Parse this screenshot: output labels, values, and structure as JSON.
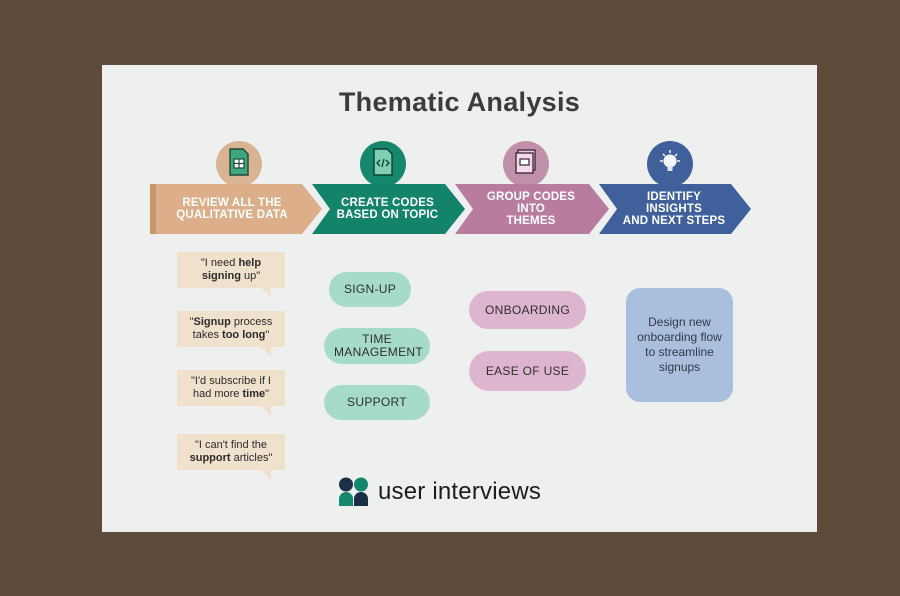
{
  "title": "Thematic Analysis",
  "steps": [
    {
      "line1": "REVIEW ALL THE",
      "line2": "QUALITATIVE DATA",
      "color": "#dcae8a",
      "circle": "#d9b392",
      "icon": "spreadsheet-icon"
    },
    {
      "line1": "CREATE CODES",
      "line2": "BASED ON TOPIC",
      "color": "#13846a",
      "circle": "#15876c",
      "icon": "code-file-icon"
    },
    {
      "line1": "GROUP CODES INTO",
      "line2": "THEMES",
      "color": "#b77c9e",
      "circle": "#c090ab",
      "icon": "folder-stack-icon"
    },
    {
      "line1": "IDENTIFY INSIGHTS",
      "line2": "AND NEXT STEPS",
      "color": "#3f609b",
      "circle": "#3f609b",
      "icon": "lightbulb-icon"
    }
  ],
  "quotes": [
    {
      "a": "\"I need ",
      "b": "help",
      "c": "",
      "d": "signing",
      "e": " up\"",
      "f": "",
      "g": ""
    },
    {
      "a": "\"",
      "b": "Signup",
      "c": " process",
      "d": "",
      "e": "takes ",
      "f": "too long",
      "g": "\""
    },
    {
      "a": "\"I'd subscribe if I",
      "b": "",
      "c": "",
      "d": "",
      "e": "had more ",
      "f": "time",
      "g": "\""
    },
    {
      "a": "\"I can't find the",
      "b": "",
      "c": "",
      "d": "support",
      "e": " articles\"",
      "f": "",
      "g": ""
    }
  ],
  "codes": [
    "SIGN-UP",
    "TIME MANAGEMENT",
    "SUPPORT"
  ],
  "themes": [
    "ONBOARDING",
    "EASE OF USE"
  ],
  "insight": "Design new onboarding flow to streamline signups",
  "brand": {
    "name": "user interviews",
    "logo_colors": [
      "#1b2f47",
      "#15876c"
    ]
  }
}
